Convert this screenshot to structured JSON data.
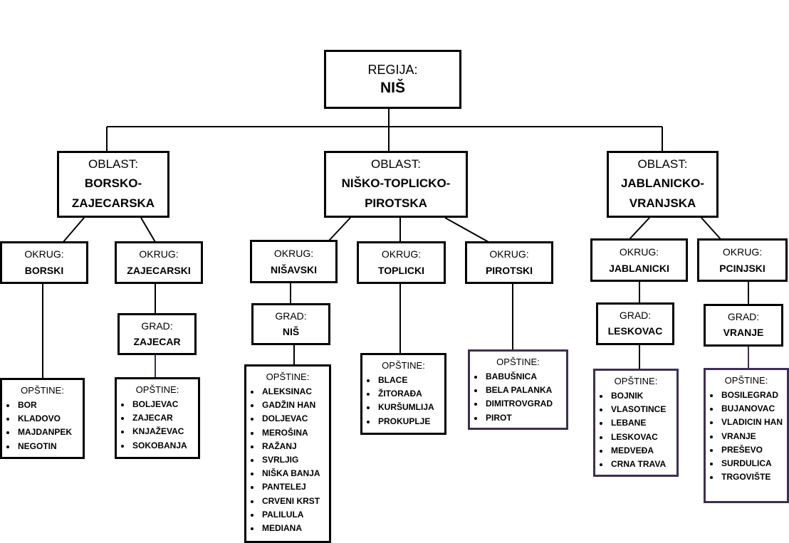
{
  "regija": {
    "label": "REGIJA:",
    "name": "NIŠ"
  },
  "oblasti": [
    {
      "label": "OBLAST:",
      "name_line1": "BORSKO-",
      "name_line2": "ZAJECARSKA"
    },
    {
      "label": "OBLAST:",
      "name_line1": "NIŠKO-TOPLICKO-",
      "name_line2": "PIROTSKA"
    },
    {
      "label": "OBLAST:",
      "name_line1": "JABLANICKO-",
      "name_line2": "VRANJSKA"
    }
  ],
  "okruzi": [
    {
      "label": "OKRUG:",
      "name": "BORSKI"
    },
    {
      "label": "OKRUG:",
      "name": "ZAJECARSKI"
    },
    {
      "label": "OKRUG:",
      "name": "NIŠAVSKI"
    },
    {
      "label": "OKRUG:",
      "name": "TOPLICKI"
    },
    {
      "label": "OKRUG:",
      "name": "PIROTSKI"
    },
    {
      "label": "OKRUG:",
      "name": "JABLANICKI"
    },
    {
      "label": "OKRUG:",
      "name": "PCINJSKI"
    }
  ],
  "gradovi": [
    {
      "label": "GRAD:",
      "name": "ZAJECAR"
    },
    {
      "label": "GRAD:",
      "name": "NIŠ"
    },
    {
      "label": "GRAD:",
      "name": "LESKOVAC"
    },
    {
      "label": "GRAD:",
      "name": "VRANJE"
    }
  ],
  "opstine": [
    {
      "label": "OPŠTINE:",
      "items": [
        "BOR",
        "KLADOVO",
        "MAJDANPEK",
        "NEGOTIN"
      ]
    },
    {
      "label": "OPŠTINE:",
      "items": [
        "BOLJEVAC",
        "ZAJECAR",
        "KNJAŽEVAC",
        "SOKOBANJA"
      ]
    },
    {
      "label": "OPŠTINE:",
      "items": [
        "ALEKSINAC",
        "GADŽIN HAN",
        "DOLJEVAC",
        "MEROŠINA",
        "RAŽANJ",
        "SVRLJIG",
        "NIŠKA BANJA",
        "PANTELEJ",
        "CRVENI KRST",
        "PALILULA",
        "MEDIANA"
      ]
    },
    {
      "label": "OPŠTINE:",
      "items": [
        "BLACE",
        "ŽITORAĐA",
        "KURŠUMLIJA",
        "PROKUPLJE"
      ]
    },
    {
      "label": "OPŠTINE:",
      "items": [
        "BABUŠNICA",
        "BELA PALANKA",
        "DIMITROVGRAD",
        "PIROT"
      ]
    },
    {
      "label": "OPŠTINE:",
      "items": [
        "BOJNIK",
        "VLASOTINCE",
        "LEBANE",
        "LESKOVAC",
        "MEDVEĐA",
        "CRNA TRAVA"
      ]
    },
    {
      "label": "OPŠTINE:",
      "items": [
        "BOSILEGRAD",
        "BUJANOVAC",
        "VLADICIN HAN",
        "VRANJE",
        "PREŠEVO",
        "SURDULICA",
        "TRGOVIŠTE"
      ]
    }
  ]
}
